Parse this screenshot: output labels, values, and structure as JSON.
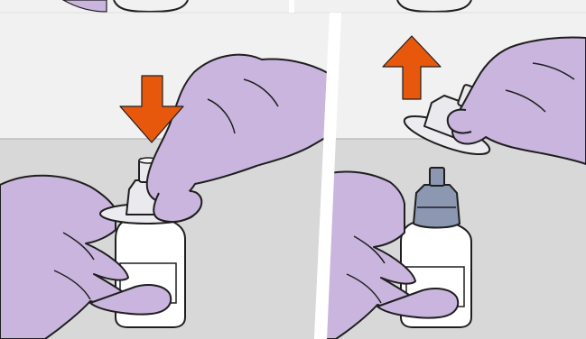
{
  "figure": {
    "panels": [
      {
        "step": "press-adapter-onto-bottle",
        "arrow_direction": "down"
      },
      {
        "step": "lift-adapter-off-bottle",
        "arrow_direction": "up"
      }
    ],
    "colors": {
      "arrow": "#e8580c",
      "glove": "#c9b5de",
      "glove_shadow": "#b59fd0",
      "outline": "#1f1f1f",
      "wall": "#f1f1f1",
      "table": "#d8d8d8",
      "bottle": "#ffffff",
      "adapter_clear": "#e9e9ee",
      "cap_blue": "#8c97b2"
    }
  }
}
